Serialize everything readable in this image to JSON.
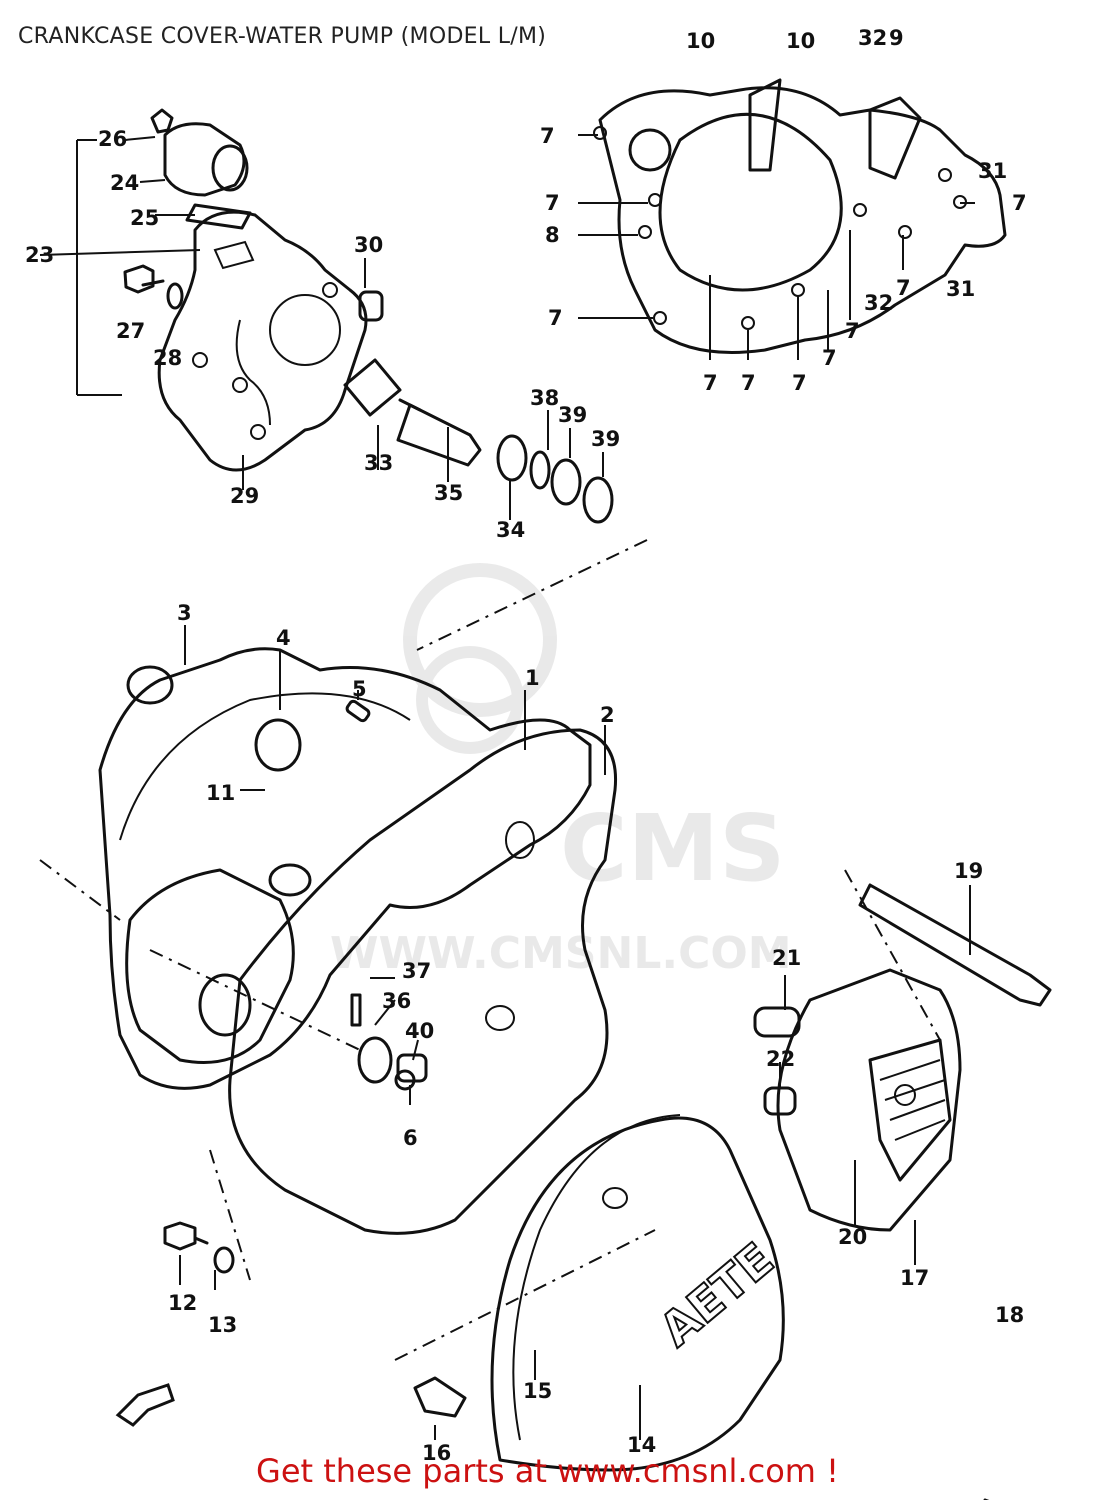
{
  "title": "CRANKCASE COVER-WATER PUMP (MODEL L/M)",
  "footer": "Get these parts at www.cmsnl.com !",
  "watermark": "WWW.CMSNL.COM",
  "cover_lettering": "AETE",
  "colors": {
    "line": "#111111",
    "footer": "#cc1111",
    "watermark": "#d8d8d8"
  },
  "callouts": [
    {
      "id": "c1",
      "label": "1"
    },
    {
      "id": "c2",
      "label": "2"
    },
    {
      "id": "c3",
      "label": "3"
    },
    {
      "id": "c4",
      "label": "4"
    },
    {
      "id": "c5",
      "label": "5"
    },
    {
      "id": "c6",
      "label": "6"
    },
    {
      "id": "c7a",
      "label": "7"
    },
    {
      "id": "c7b",
      "label": "7"
    },
    {
      "id": "c7c",
      "label": "7"
    },
    {
      "id": "c7d",
      "label": "7"
    },
    {
      "id": "c7e",
      "label": "7"
    },
    {
      "id": "c7f",
      "label": "7"
    },
    {
      "id": "c7g",
      "label": "7"
    },
    {
      "id": "c7h",
      "label": "7"
    },
    {
      "id": "c7i",
      "label": "7"
    },
    {
      "id": "c7j",
      "label": "7"
    },
    {
      "id": "c7k",
      "label": "7"
    },
    {
      "id": "c7l",
      "label": "7"
    },
    {
      "id": "c8",
      "label": "8"
    },
    {
      "id": "c9",
      "label": "9"
    },
    {
      "id": "c10a",
      "label": "10"
    },
    {
      "id": "c10b",
      "label": "10"
    },
    {
      "id": "c11",
      "label": "11"
    },
    {
      "id": "c12",
      "label": "12"
    },
    {
      "id": "c13",
      "label": "13"
    },
    {
      "id": "c14",
      "label": "14"
    },
    {
      "id": "c15",
      "label": "15"
    },
    {
      "id": "c16",
      "label": "16"
    },
    {
      "id": "c17",
      "label": "17"
    },
    {
      "id": "c18",
      "label": "18"
    },
    {
      "id": "c19",
      "label": "19"
    },
    {
      "id": "c20",
      "label": "20"
    },
    {
      "id": "c21",
      "label": "21"
    },
    {
      "id": "c22",
      "label": "22"
    },
    {
      "id": "c23",
      "label": "23"
    },
    {
      "id": "c24",
      "label": "24"
    },
    {
      "id": "c25",
      "label": "25"
    },
    {
      "id": "c26",
      "label": "26"
    },
    {
      "id": "c27",
      "label": "27"
    },
    {
      "id": "c28",
      "label": "28"
    },
    {
      "id": "c29",
      "label": "29"
    },
    {
      "id": "c30",
      "label": "30"
    },
    {
      "id": "c31a",
      "label": "31"
    },
    {
      "id": "c31b",
      "label": "31"
    },
    {
      "id": "c32a",
      "label": "32"
    },
    {
      "id": "c32b",
      "label": "32"
    },
    {
      "id": "c33",
      "label": "33"
    },
    {
      "id": "c34",
      "label": "34"
    },
    {
      "id": "c35",
      "label": "35"
    },
    {
      "id": "c36",
      "label": "36"
    },
    {
      "id": "c37",
      "label": "37"
    },
    {
      "id": "c38",
      "label": "38"
    },
    {
      "id": "c39a",
      "label": "39"
    },
    {
      "id": "c39b",
      "label": "39"
    },
    {
      "id": "c40",
      "label": "40"
    }
  ]
}
